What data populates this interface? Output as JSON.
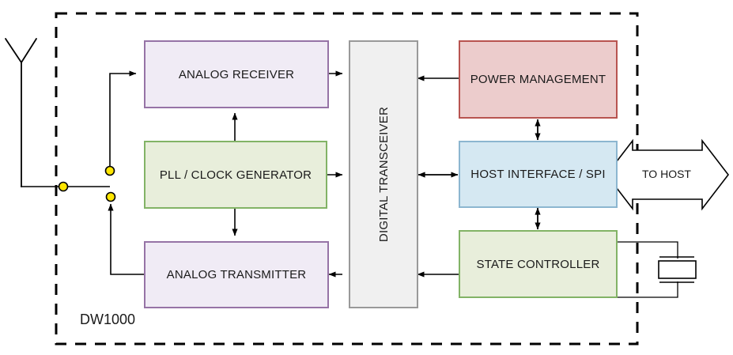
{
  "diagram": {
    "title_label": "DW1000",
    "chip_boundary": "dashed-chip-outline",
    "blocks": [
      {
        "id": "analog_receiver",
        "label": "ANALOG RECEIVER",
        "color": "#9673a6",
        "fill": "#f0ebf5"
      },
      {
        "id": "pll_clock",
        "label": "PLL / CLOCK GENERATOR",
        "color": "#82b366",
        "fill": "#e8eedb"
      },
      {
        "id": "analog_transmitter",
        "label": "ANALOG TRANSMITTER",
        "color": "#9673a6",
        "fill": "#f0ebf5"
      },
      {
        "id": "digital_transceiver",
        "label": "DIGITAL TRANSCEIVER",
        "color": "#999999",
        "fill": "#f0f0f0"
      },
      {
        "id": "power_management",
        "label": "POWER MANAGEMENT",
        "color": "#b85450",
        "fill": "#eccccc"
      },
      {
        "id": "host_interface",
        "label": "HOST INTERFACE / SPI",
        "color": "#8cb6d0",
        "fill": "#d5e8f2"
      },
      {
        "id": "state_controller",
        "label": "STATE CONTROLLER",
        "color": "#82b366",
        "fill": "#e8eedb"
      }
    ],
    "external": {
      "to_host_label": "TO HOST",
      "antenna_name": "antenna-symbol",
      "crystal_name": "crystal-oscillator-symbol",
      "switch_name": "antenna-rf-switch"
    },
    "colors": {
      "line": "#000000",
      "chip_outline": "#000000",
      "node_fill": "#ffe600",
      "node_stroke": "#000000",
      "background": "#ffffff"
    }
  }
}
